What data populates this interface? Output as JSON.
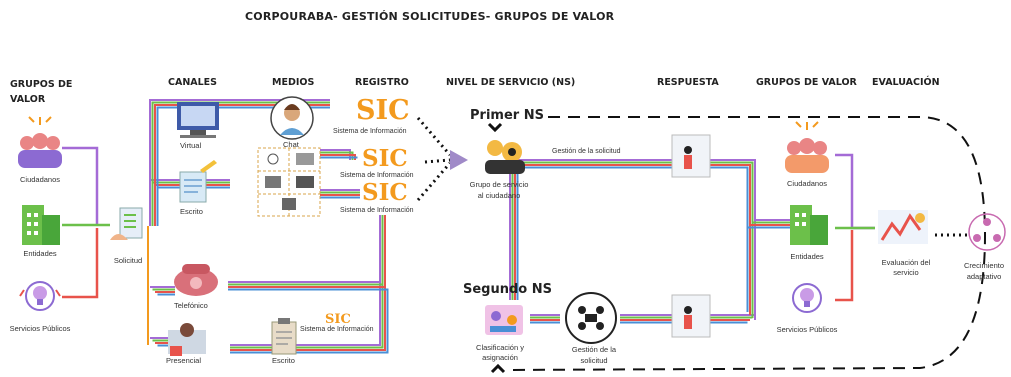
{
  "title": "CORPOURABA- GESTIÓN SOLICITUDES- GRUPOS DE VALOR",
  "headers": {
    "grupos_left": "GRUPOS DE",
    "grupos_left2": "VALOR",
    "canales": "CANALES",
    "medios": "MEDIOS",
    "registro": "REGISTRO",
    "nivel": "NIVEL DE SERVICIO (NS)",
    "respuesta": "RESPUESTA",
    "grupos_right": "GRUPOS DE VALOR",
    "evaluacion": "EVALUACIÓN"
  },
  "left_groups": [
    "Ciudadanos",
    "Entidades",
    "Servicios Públicos"
  ],
  "solicitud": "Solicitud",
  "channels": {
    "virtual": "Virtual",
    "escrito": "Escrito",
    "telefonico": "Telefónico",
    "presencial": "Presencial",
    "escrito2": "Escrito"
  },
  "medios": {
    "chat": "Chat"
  },
  "sic": {
    "label": "SIC",
    "sub": "Sistema de Información"
  },
  "levels": {
    "primer": "Primer NS",
    "segundo": "Segundo NS",
    "grupo1": "Grupo de servicio",
    "grupo2": "al ciudadano",
    "gestion": "Gestión de la solicitud",
    "clasif1": "Clasificación y",
    "clasif2": "asignación",
    "gest2a": "Gestión de la",
    "gest2b": "solicitud"
  },
  "right_groups": [
    "Ciudadanos",
    "Entidades",
    "Servicios Públicos"
  ],
  "evaluation": {
    "eval1": "Evaluación del",
    "eval2": "servicio",
    "crec1": "Crecimiento",
    "crec2": "adaptativo"
  },
  "colors": {
    "purple": "#a46bd6",
    "green": "#6cc04a",
    "red": "#e8534b",
    "orange": "#f39a1e",
    "blue": "#4a8fd6"
  }
}
